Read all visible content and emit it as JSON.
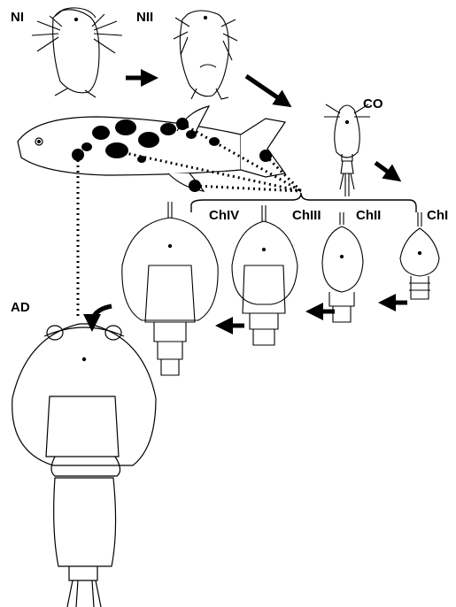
{
  "stages": {
    "nauplius_1": "NI",
    "nauplius_2": "NII",
    "copepodid": "CO",
    "chalimus_1": "ChI",
    "chalimus_2": "ChII",
    "chalimus_3": "ChIII",
    "chalimus_4": "ChIV",
    "adult": "AD"
  },
  "colors": {
    "ink": "#000000",
    "fish_body": "#ffffff",
    "background": "#ffffff"
  }
}
